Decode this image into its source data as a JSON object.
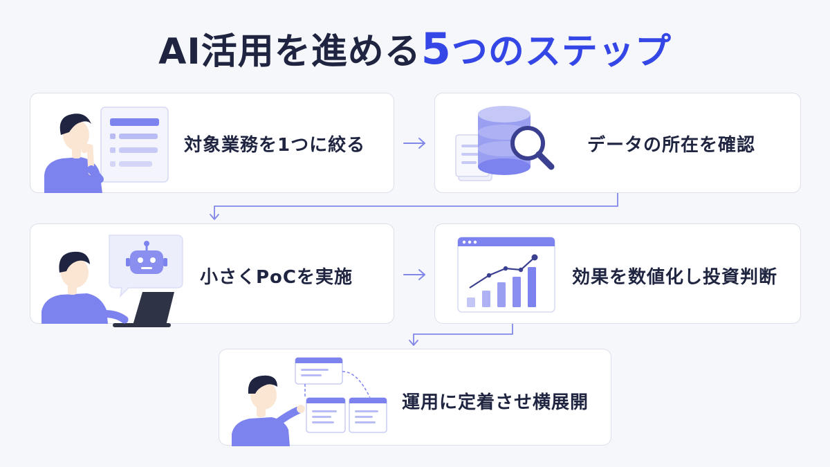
{
  "title": {
    "prefix": "AI活用を進める",
    "number": "5",
    "suffix": "つのステップ"
  },
  "steps": [
    {
      "label": "対象業務を1つに絞る",
      "icon": "person-thinking-list-icon"
    },
    {
      "label": "データの所在を確認",
      "icon": "database-search-icon"
    },
    {
      "label": "小さくPoCを実施",
      "icon": "person-laptop-robot-icon"
    },
    {
      "label": "効果を数値化し投資判断",
      "icon": "growth-chart-icon"
    },
    {
      "label": "運用に定着させ横展開",
      "icon": "person-pointing-windows-icon"
    }
  ],
  "colors": {
    "accent": "#3446e6",
    "illustration": "#7c82ee",
    "text": "#1f2540",
    "connector": "#8187e8"
  }
}
